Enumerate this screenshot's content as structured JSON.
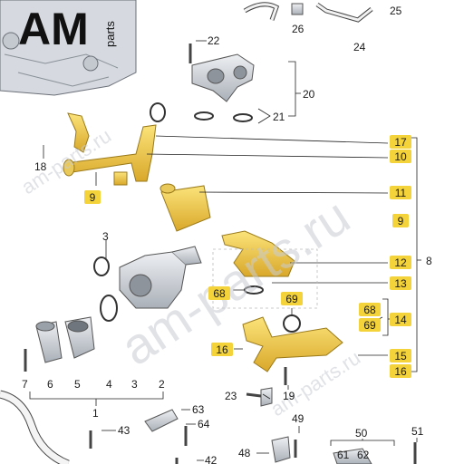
{
  "logo": {
    "brand": "AM",
    "sub": "parts"
  },
  "watermark": {
    "main": "am-parts.ru",
    "small": "am-parts.ru"
  },
  "labels": {
    "l1": "1",
    "l2": "2",
    "l3a": "3",
    "l3b": "3",
    "l4": "4",
    "l5": "5",
    "l6": "6",
    "l7": "7",
    "l8": "8",
    "l9a": "9",
    "l9b": "9",
    "l10": "10",
    "l11": "11",
    "l12": "12",
    "l13": "13",
    "l14": "14",
    "l15": "15",
    "l16a": "16",
    "l16b": "16",
    "l17": "17",
    "l18": "18",
    "l19": "19",
    "l20": "20",
    "l21": "21",
    "l22": "22",
    "l23": "23",
    "l24": "24",
    "l25": "25",
    "l26": "26",
    "l42": "42",
    "l43": "43",
    "l48": "48",
    "l49": "49",
    "l50": "50",
    "l51": "51",
    "l61": "61",
    "l62": "62",
    "l63": "63",
    "l64": "64",
    "l68a": "68",
    "l68b": "68",
    "l69a": "69",
    "l69b": "69"
  },
  "colors": {
    "highlight": "#f3d23a",
    "part_fill": "#d9dde2",
    "part_stroke": "#555a60",
    "line": "#222222"
  }
}
